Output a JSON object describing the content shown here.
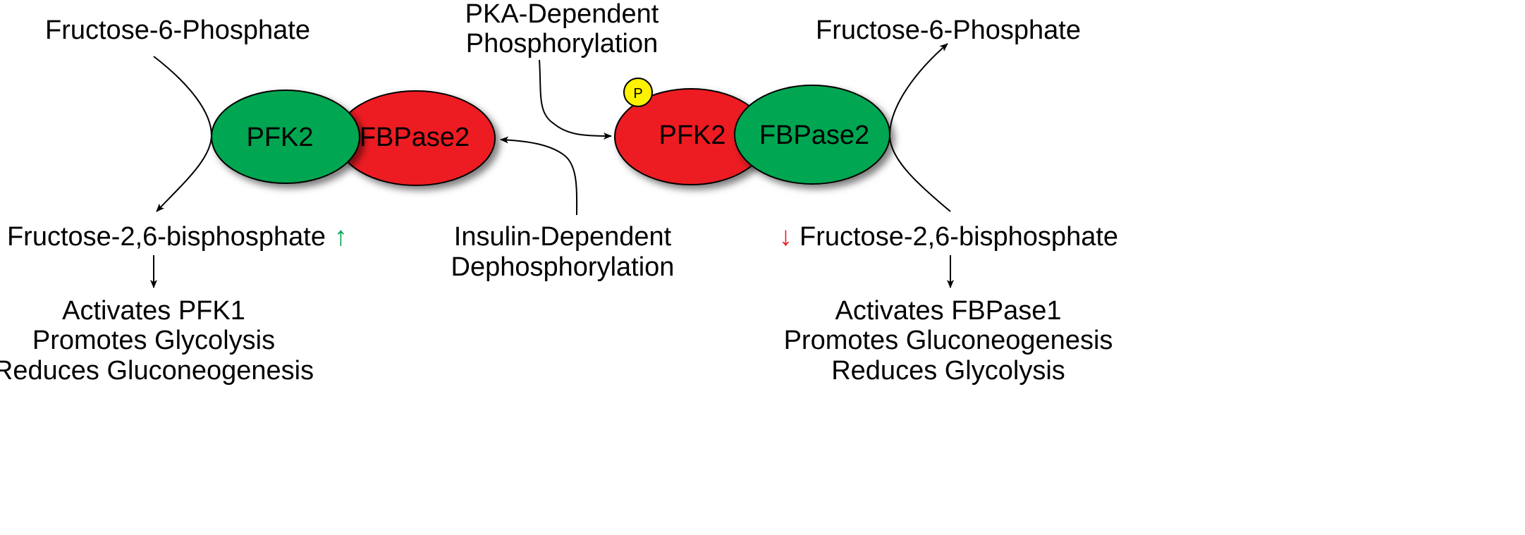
{
  "left": {
    "substrate": "Fructose-6-Phosphate",
    "enzyme_a": "PFK2",
    "enzyme_b": "FBPase2",
    "product": "Fructose-2,6-bisphosphate",
    "product_arrow": "↑",
    "effects": [
      "Activates PFK1",
      "Promotes Glycolysis",
      "Reduces Gluconeogenesis"
    ]
  },
  "center": {
    "top": [
      "PKA-Dependent",
      "Phosphorylation"
    ],
    "bottom": [
      "Insulin-Dependent",
      "Dephosphorylation"
    ]
  },
  "right": {
    "phospho_label": "P",
    "substrate": "Fructose-6-Phosphate",
    "enzyme_a": "PFK2",
    "enzyme_b": "FBPase2",
    "product": "Fructose-2,6-bisphosphate",
    "product_arrow": "↓",
    "effects": [
      "Activates FBPase1",
      "Promotes Gluconeogenesis",
      "Reduces Glycolysis"
    ]
  },
  "colors": {
    "active": "#00a651",
    "inactive": "#ed1c24",
    "phosphate": "#fff200",
    "up": "#00a651",
    "down": "#ed1c24"
  }
}
